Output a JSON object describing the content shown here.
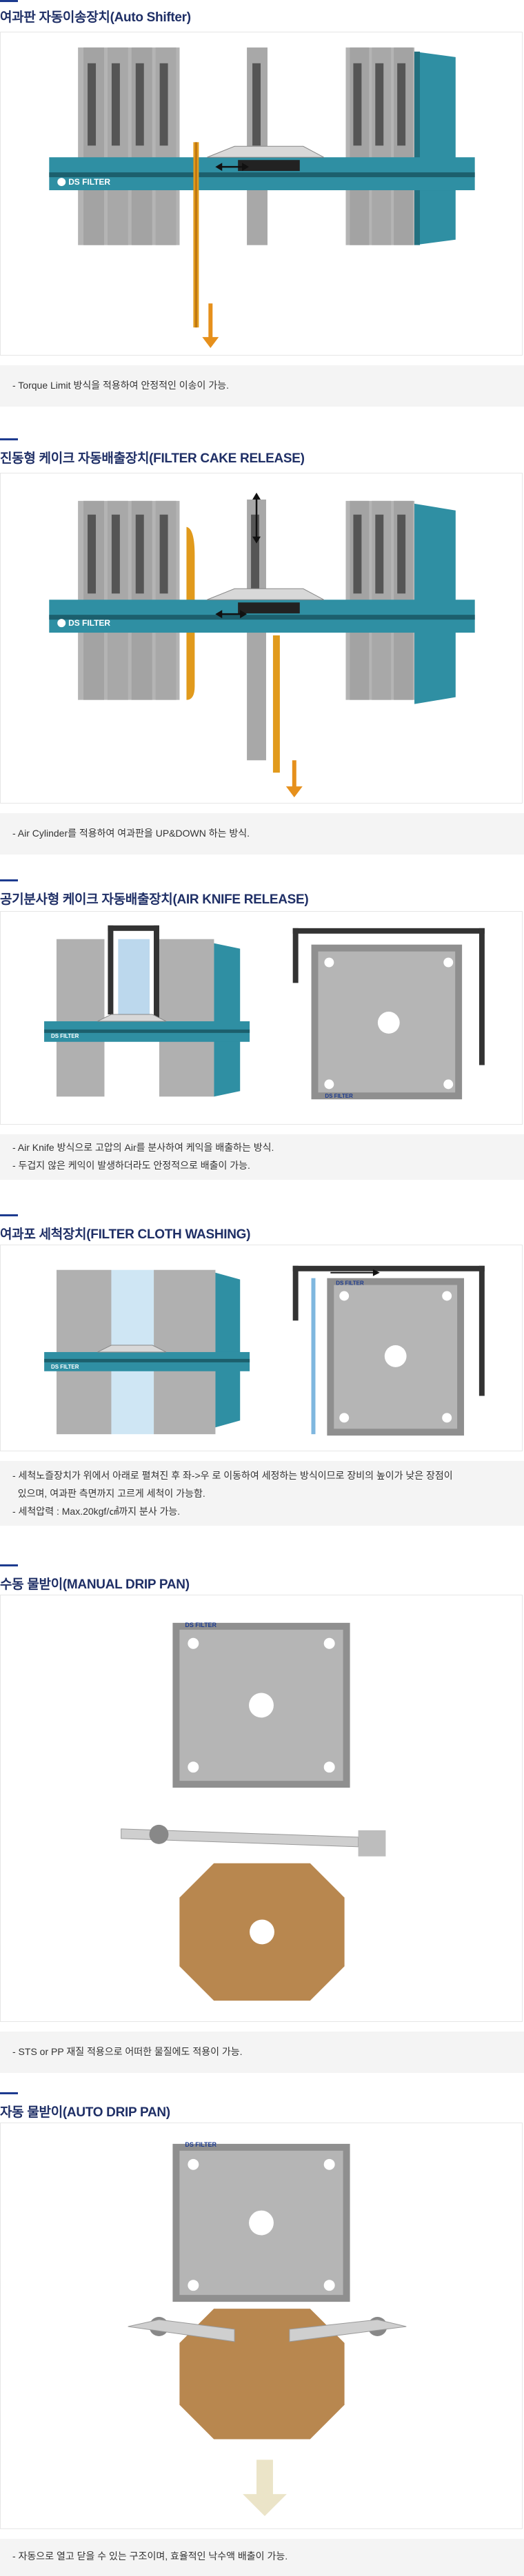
{
  "sections": [
    {
      "title": "여과판 자동이송장치(Auto Shifter)",
      "logo": "DS FILTER",
      "notes": [
        "- Torque Limit 방식을 적용하여 안정적인 이송이 가능."
      ]
    },
    {
      "title": "진동형 케이크 자동배출장치(FILTER CAKE RELEASE)",
      "logo": "DS FILTER",
      "notes": [
        "- Air Cylinder를 적용하여 여과판을 UP&DOWN 하는 방식."
      ]
    },
    {
      "title": "공기분사형 케이크 자동배출장치(AIR KNIFE RELEASE)",
      "logo": "DS FILTER",
      "notes": [
        "- Air Knife 방식으로 고압의 Air를 분사하여 케익을 배출하는 방식.",
        "- 두겁지 않은 케익이 발생하더라도 안정적으로 배출이 가능."
      ]
    },
    {
      "title": "여과포 세척장치(FILTER CLOTH WASHING)",
      "logo": "DS FILTER",
      "notes": [
        "- 세척노즐장치가 위에서 아래로 펼쳐진 후 좌->우 로 이동하여 세정하는 방식이므로 장비의 높이가 낮은 장점이",
        "  있으며, 여과판 측면까지 고르게 세척이 가능함.",
        "- 세척압력 : Max.20kgf/㎠까지 분사 가능."
      ]
    },
    {
      "title": "수동 물받이(MANUAL DRIP PAN)",
      "logo": "DS FILTER",
      "notes": [
        "- STS or PP 재질 적용으로 어떠한 물질에도 적용이 가능."
      ]
    },
    {
      "title": "자동 물받이(AUTO DRIP PAN)",
      "logo": "DS FILTER",
      "notes": [
        "- 자동으로 열고 닫을 수 있는 구조이며, 효율적인 낙수액 배출이 가능."
      ]
    }
  ],
  "colors": {
    "accent": "#1d3b8f",
    "beam": "#2f8fa3",
    "arrow": "#e6901c",
    "plate": "#a7a7a7"
  }
}
